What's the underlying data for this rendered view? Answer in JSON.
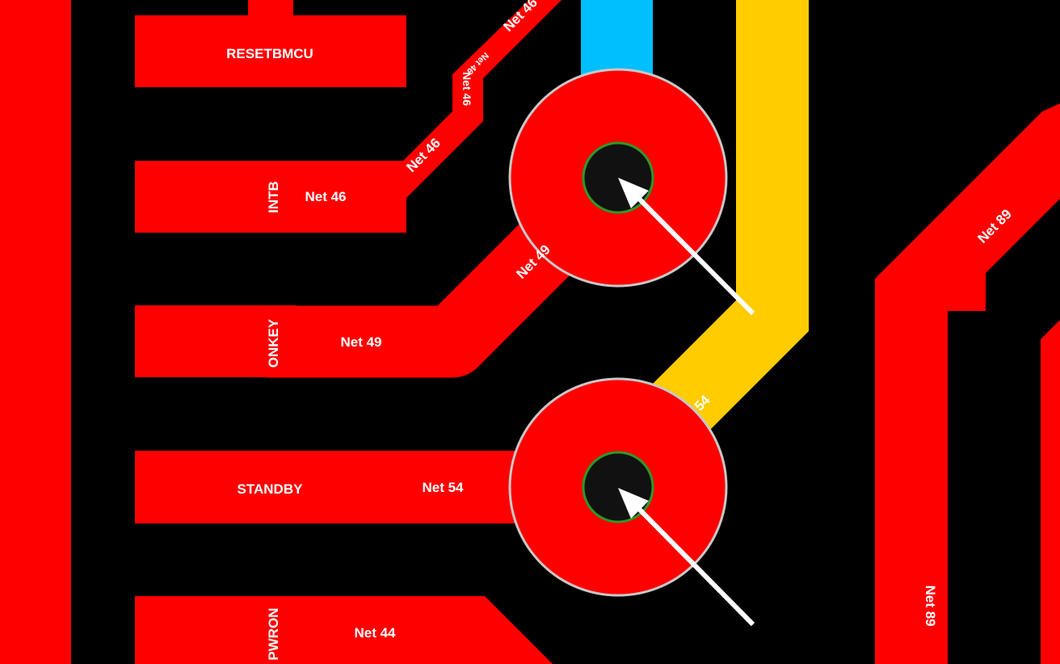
{
  "colors": {
    "background": "#000000",
    "copper_top": "#ff0000",
    "trace_blue": "#00bfff",
    "trace_yellow": "#ffcc00",
    "via_hole": "#111111",
    "via_ring": "#2a9a2a",
    "via_outline": "#c8c8c8"
  },
  "pads": [
    {
      "name": "RESETBMCU"
    },
    {
      "name": "INTB",
      "net": "Net 46"
    },
    {
      "name": "ONKEY",
      "net": "Net 49"
    },
    {
      "name": "STANDBY",
      "net": "Net 54"
    },
    {
      "name": "PWRON",
      "net": "Net 44"
    }
  ],
  "traces": {
    "net46_labels": [
      "Net 46",
      "Net 46",
      "Net 46",
      "Net 46"
    ],
    "net49_label": "Net 49",
    "net54_label": "54",
    "net89_labels": [
      "Net 89",
      "Net 89"
    ]
  }
}
